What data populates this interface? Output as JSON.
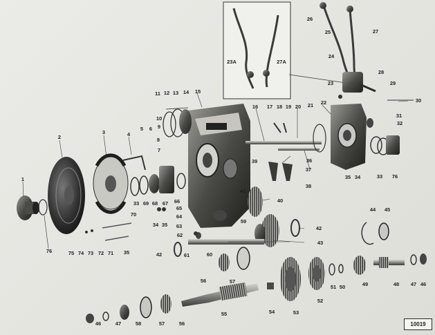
{
  "figure": {
    "plate_number": "10019"
  },
  "callouts": [
    "1",
    "2",
    "3",
    "4",
    "5",
    "6",
    "7",
    "8",
    "9",
    "10",
    "11",
    "12",
    "13",
    "14",
    "15",
    "16",
    "17",
    "18",
    "19",
    "20",
    "21",
    "22",
    "23",
    "23A",
    "24",
    "25",
    "26",
    "27",
    "27A",
    "28",
    "29",
    "30",
    "31",
    "32",
    "33",
    "34",
    "35",
    "36",
    "37",
    "38",
    "39",
    "40",
    "41",
    "42",
    "43",
    "44",
    "45",
    "46",
    "47",
    "48",
    "49",
    "50",
    "51",
    "52",
    "53",
    "54",
    "55",
    "56",
    "57",
    "58",
    "59",
    "60",
    "61",
    "62",
    "63",
    "64",
    "65",
    "66",
    "67",
    "68",
    "69",
    "70",
    "71",
    "72",
    "73",
    "74",
    "75",
    "76"
  ],
  "colors": {
    "paper": "#e6e6e1",
    "ink": "#1e1e1e",
    "metal_dark": "#2b2b2b",
    "metal_mid": "#6b6b6b",
    "metal_light": "#b9b9b3"
  }
}
